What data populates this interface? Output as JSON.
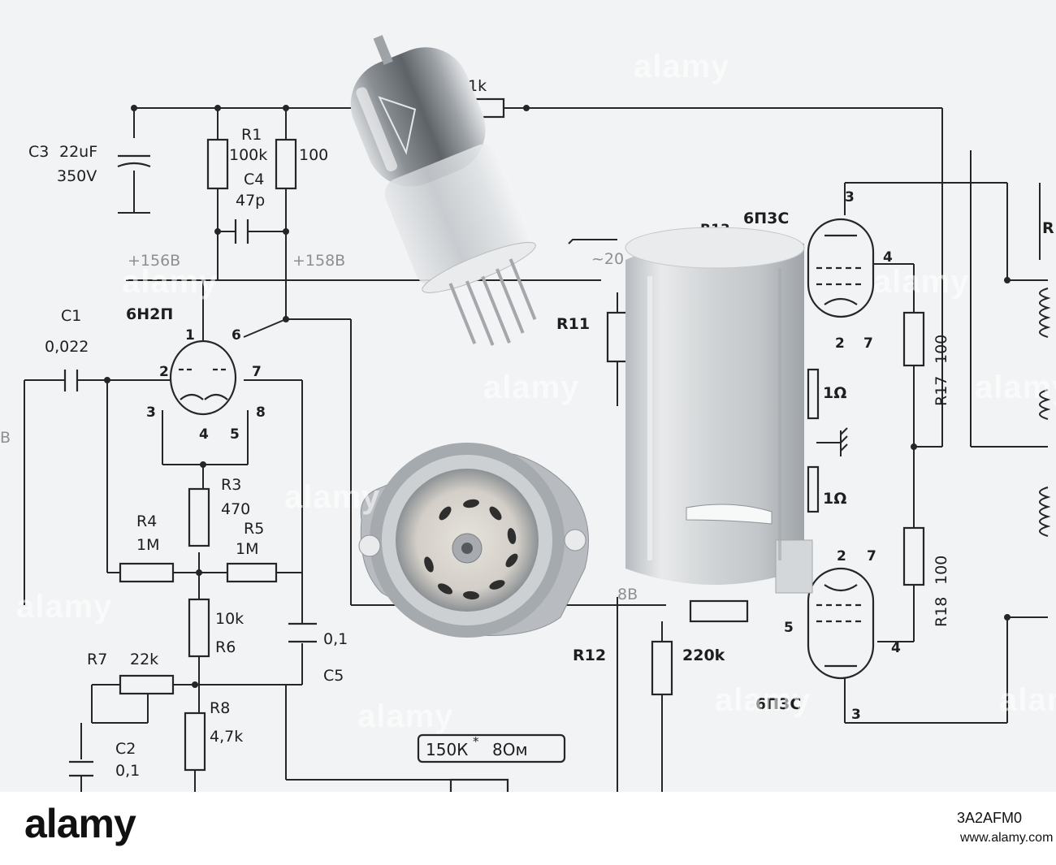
{
  "schematic": {
    "capacitors": {
      "c3": {
        "name": "C3",
        "value": "22uF",
        "voltage": "350V"
      },
      "c4": {
        "name": "C4",
        "value": "47p"
      },
      "c1": {
        "name": "C1",
        "value": "0,022"
      },
      "c5": {
        "name": "C5",
        "value": "0,1"
      },
      "c2": {
        "name": "C2",
        "value": "0,1"
      }
    },
    "resistors": {
      "r1": {
        "name": "R1",
        "value": "100k"
      },
      "r1b": {
        "value": "100"
      },
      "r_top": {
        "value": "1k"
      },
      "r3": {
        "name": "R3",
        "value": "470"
      },
      "r4": {
        "name": "R4",
        "value": "1M"
      },
      "r5": {
        "name": "R5",
        "value": "1M"
      },
      "r6": {
        "name": "R6",
        "value": "10k"
      },
      "r7": {
        "name": "R7",
        "value": "22k"
      },
      "r8": {
        "name": "R8",
        "value": "4,7k"
      },
      "r11": {
        "name": "R11"
      },
      "r12": {
        "name": "R12",
        "value": "220k"
      },
      "r17": {
        "name": "R17",
        "value": "100"
      },
      "r18": {
        "name": "R18",
        "value": "100"
      },
      "ohm1": {
        "value": "1Ω"
      },
      "ohm2": {
        "value": "1Ω"
      }
    },
    "voltages": {
      "v1": "+156B",
      "v2": "+158B",
      "v3": "~20",
      "v4": "8B",
      "v5": "B"
    },
    "tubes": {
      "t1": {
        "name": "6Н2П",
        "pins": [
          "1",
          "6",
          "2",
          "7",
          "3",
          "8",
          "4",
          "5"
        ]
      },
      "t2": {
        "name": "6П3С",
        "pins": [
          "3",
          "4",
          "2",
          "7"
        ],
        "partial": "R13"
      },
      "t3": {
        "name": "6П3С",
        "pins": [
          "2",
          "7",
          "5",
          "4",
          "3"
        ]
      }
    },
    "transformer_box": {
      "label": "150К",
      "star": "*",
      "ohms": "8Ом"
    },
    "right_edge_label": "R"
  },
  "watermarks": [
    "alamy",
    "alamy",
    "alamy",
    "alamy",
    "alamy",
    "alamy",
    "alamy",
    "alamy",
    "alamy",
    "alamy"
  ],
  "footer": {
    "logo": "alamy",
    "image_id": "3A2AFM0",
    "url": "www.alamy.com"
  },
  "colors": {
    "paper": "#f1f3f4",
    "ink": "#1e1e1e",
    "grey_text": "#8d8f92",
    "metal": "#c9cdd0",
    "glass": "#7a7f84"
  }
}
